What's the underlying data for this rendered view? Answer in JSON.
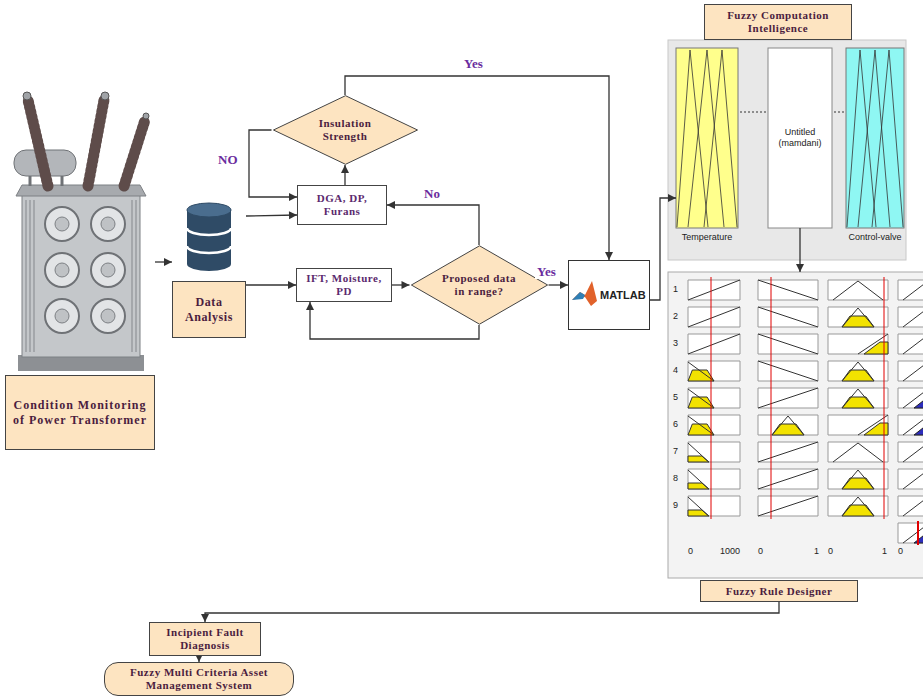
{
  "diagram": {
    "nodes": [
      {
        "text": [
          "Condition Monitoring of Power Transformer"
        ]
      },
      {
        "text": [
          "Data Analysis"
        ]
      },
      {
        "text": [
          "Insulation Strength"
        ]
      },
      {
        "text": [
          "DGA, DP, Furans"
        ]
      },
      {
        "text": [
          "IFT, Moisture, PD"
        ]
      },
      {
        "text": [
          "Proposed data in range?"
        ]
      },
      {
        "text": [
          "MATLAB"
        ]
      },
      {
        "text": [
          "Fuzzy Computation Intelligence"
        ]
      },
      {
        "text": [
          "Temperature"
        ]
      },
      {
        "text": [
          "Untitled",
          "(mamdani)"
        ]
      },
      {
        "text": [
          "Control-valve"
        ]
      },
      {
        "text": [
          "1",
          "2",
          "3",
          "4",
          "5",
          "6",
          "7",
          "8",
          "9",
          "0",
          "1000",
          "0",
          "1",
          "0",
          "1",
          "0"
        ]
      },
      {
        "text": [
          "Fuzzy Rule Designer"
        ]
      },
      {
        "text": [
          "Incipient Fault Diagnosis"
        ]
      },
      {
        "text": [
          "Fuzzy Multi Criteria Asset Management System"
        ]
      }
    ],
    "edges": [
      {
        "from": 0,
        "to": 1,
        "arrow": "to"
      },
      {
        "from": 1,
        "to": 3,
        "arrow": "to"
      },
      {
        "from": 1,
        "to": 4,
        "arrow": "to"
      },
      {
        "from": 4,
        "to": 5,
        "arrow": "to"
      },
      {
        "from": 5,
        "to": 6,
        "label": "Yes",
        "arrow": "to"
      },
      {
        "from": 5,
        "to": 3,
        "label": "No",
        "arrow": "to"
      },
      {
        "from": 5,
        "to": 4,
        "arrow": "to"
      },
      {
        "from": 3,
        "to": 2,
        "arrow": "to"
      },
      {
        "from": 2,
        "to": 3,
        "label": "NO",
        "arrow": "to"
      },
      {
        "from": 2,
        "to": 6,
        "label": "Yes",
        "arrow": "to"
      },
      {
        "from": 6,
        "to": 8,
        "arrow": "to"
      },
      {
        "from": 9,
        "to": 11,
        "arrow": "to"
      },
      {
        "from": 12,
        "to": 13,
        "arrow": "to"
      },
      {
        "from": 13,
        "to": 14,
        "arrow": "to"
      }
    ]
  }
}
